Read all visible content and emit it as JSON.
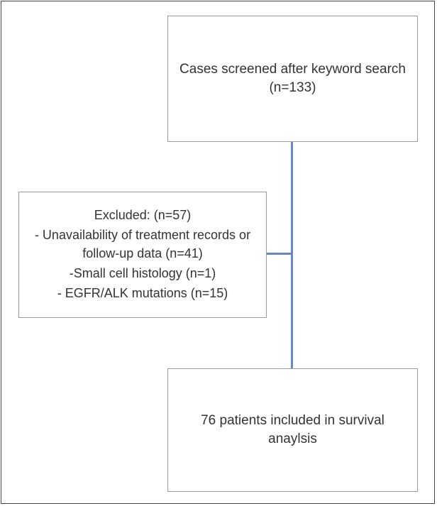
{
  "flowchart": {
    "screened": {
      "text": "Cases screened after keyword search (n=133)"
    },
    "excluded": {
      "title": "Excluded: (n=57)",
      "reasons": [
        "- Unavailability of treatment records or follow-up data (n=41)",
        "-Small cell histology (n=1)",
        "- EGFR/ALK mutations (n=15)"
      ]
    },
    "included": {
      "text": "76 patients included in survival anaylsis"
    },
    "colors": {
      "connector": "#6a86c4",
      "box_border": "#9a9a9a",
      "frame_border": "#444444",
      "text": "#333333"
    }
  }
}
